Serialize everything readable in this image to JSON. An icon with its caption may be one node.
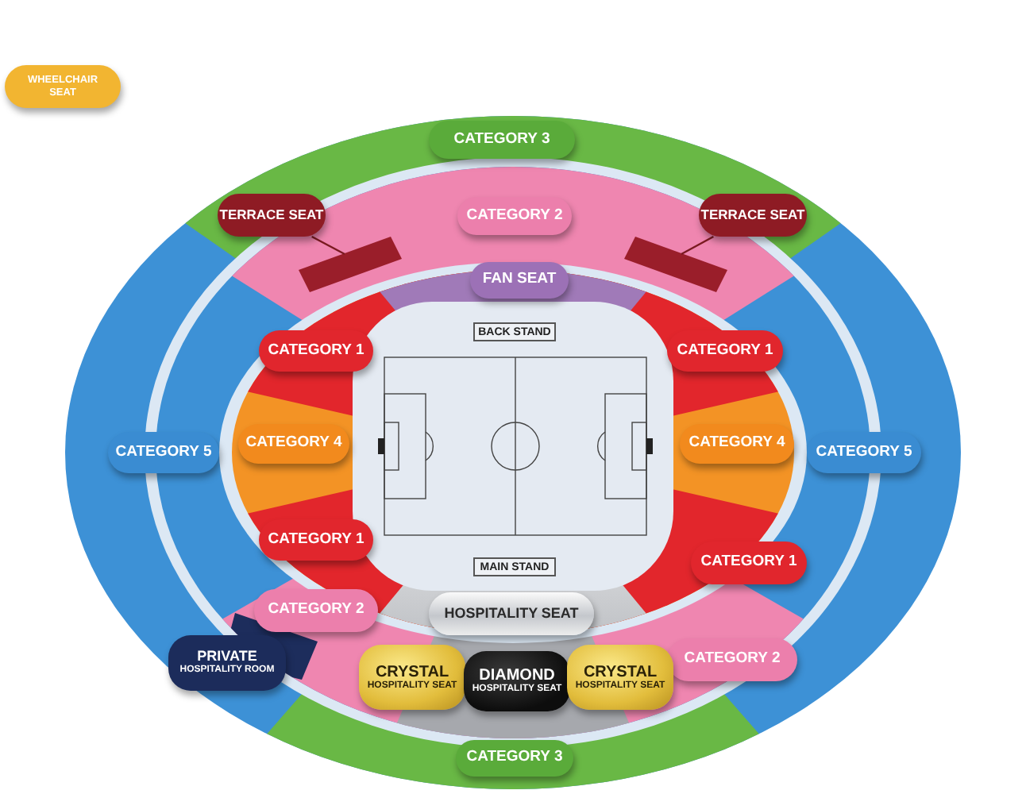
{
  "diagram": {
    "nodes": [
      {
        "text": [
          "WHEELCHAIR SEAT"
        ]
      },
      {
        "text": [
          "CATEGORY 3"
        ]
      },
      {
        "text": [
          "TERRACE SEAT"
        ]
      },
      {
        "text": [
          "CATEGORY 2"
        ]
      },
      {
        "text": [
          "TERRACE SEAT"
        ]
      },
      {
        "text": [],
        "shape": "box"
      },
      {
        "text": [],
        "shape": "box"
      },
      {
        "text": [
          "FAN SEAT"
        ]
      },
      {
        "text": [
          "BACK STAND"
        ]
      },
      {
        "text": [
          "CATEGORY 1"
        ]
      },
      {
        "text": [
          "CATEGORY 1"
        ]
      },
      {
        "text": [
          "CATEGORY 5"
        ]
      },
      {
        "text": [
          "CATEGORY 4"
        ]
      },
      {
        "text": [
          "CATEGORY 4"
        ]
      },
      {
        "text": [
          "CATEGORY 5"
        ]
      },
      {
        "text": [
          "CATEGORY 1"
        ]
      },
      {
        "text": [
          "CATEGORY 1"
        ]
      },
      {
        "text": [
          "MAIN STAND"
        ]
      },
      {
        "text": [
          "CATEGORY 2"
        ]
      },
      {
        "text": [
          "HOSPITALITY SEAT"
        ]
      },
      {
        "text": [
          "PRIVATE",
          "HOSPITALITY ROOM"
        ]
      },
      {
        "text": [
          "CATEGORY 2"
        ]
      },
      {
        "text": [
          "CRYSTAL",
          "HOSPITALITY SEAT"
        ]
      },
      {
        "text": [
          "DIAMOND",
          "HOSPITALITY SEAT"
        ]
      },
      {
        "text": [
          "CRYSTAL",
          "HOSPITALITY SEAT"
        ]
      },
      {
        "text": [
          "CATEGORY 3"
        ]
      }
    ],
    "edges": [
      {
        "from": 2,
        "to": 5,
        "arrow": "none"
      },
      {
        "from": 4,
        "to": 6,
        "arrow": "none"
      }
    ]
  }
}
